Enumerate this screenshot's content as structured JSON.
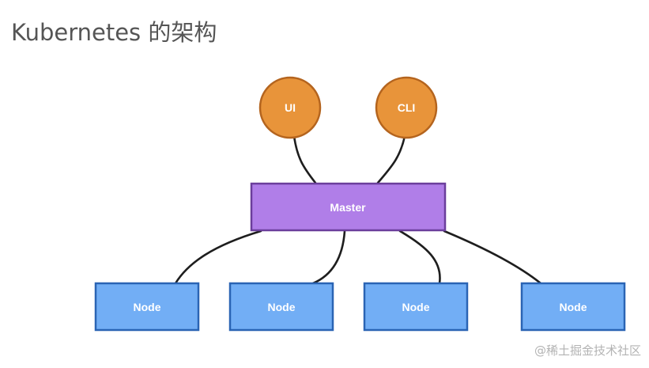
{
  "title": "Kubernetes 的架构",
  "clients": [
    {
      "label": "UI"
    },
    {
      "label": "CLI"
    }
  ],
  "master": {
    "label": "Master"
  },
  "workers": [
    {
      "label": "Node"
    },
    {
      "label": "Node"
    },
    {
      "label": "Node"
    },
    {
      "label": "Node"
    }
  ],
  "watermark": "@稀土掘金技术社区",
  "colors": {
    "client_fill": "#e8943a",
    "master_fill": "#b07ee8",
    "node_fill": "#72aef5",
    "connector": "#1e1e1e"
  }
}
